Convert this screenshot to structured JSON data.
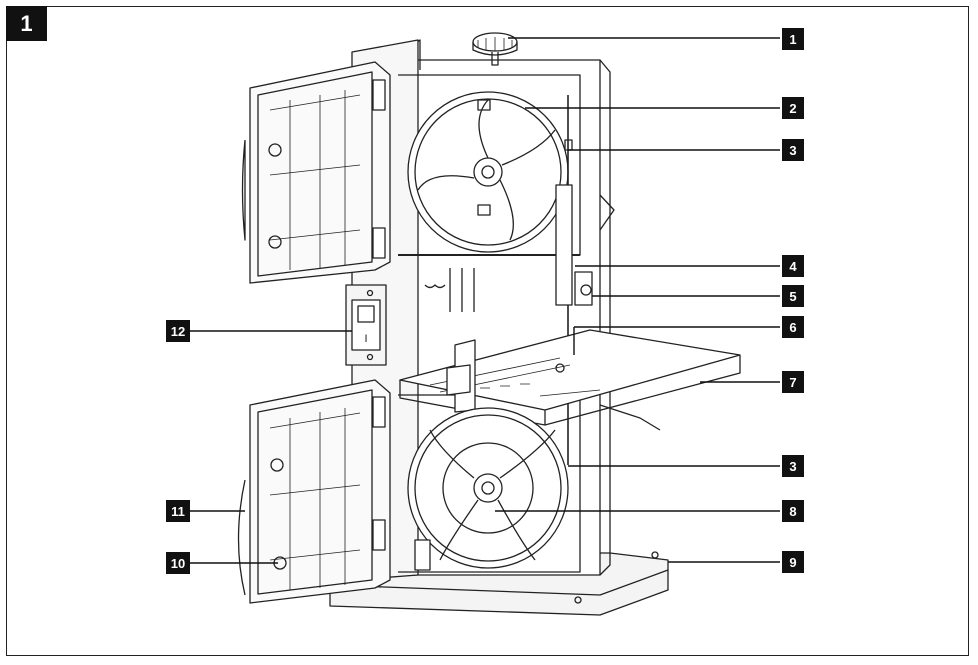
{
  "figure_number": "1",
  "callouts": [
    {
      "id": "1",
      "label": "1"
    },
    {
      "id": "2",
      "label": "2"
    },
    {
      "id": "3a",
      "label": "3"
    },
    {
      "id": "4",
      "label": "4"
    },
    {
      "id": "5",
      "label": "5"
    },
    {
      "id": "6",
      "label": "6"
    },
    {
      "id": "7",
      "label": "7"
    },
    {
      "id": "3b",
      "label": "3"
    },
    {
      "id": "8",
      "label": "8"
    },
    {
      "id": "9",
      "label": "9"
    },
    {
      "id": "12",
      "label": "12"
    },
    {
      "id": "11",
      "label": "11"
    },
    {
      "id": "10",
      "label": "10"
    }
  ],
  "switch_mark": "I"
}
